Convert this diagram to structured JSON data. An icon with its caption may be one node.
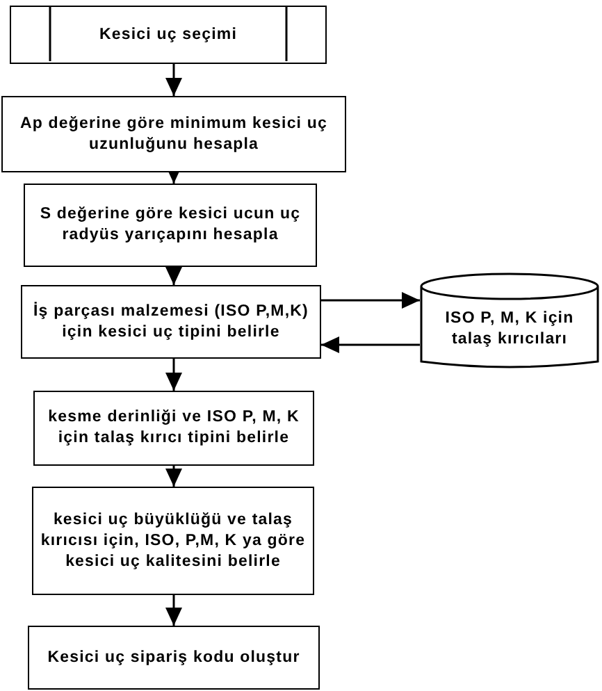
{
  "diagram": {
    "nodes": [
      {
        "text": [
          "Kesici uç seçimi"
        ]
      },
      {
        "text": [
          "Ap değerine göre minimum kesici uç uzunluğunu hesapla"
        ]
      },
      {
        "text": [
          "S değerine göre kesici ucun uç radyüs yarıçapını hesapla"
        ]
      },
      {
        "text": [
          "İş parçası malzemesi (ISO P,M,K) için kesici uç tipini belirle"
        ]
      },
      {
        "text": [
          "ISO P, M, K için talaş kırıcıları"
        ]
      },
      {
        "text": [
          "kesme derinliği ve ISO P, M, K için talaş kırıcı tipini belirle"
        ]
      },
      {
        "text": [
          "kesici uç büyüklüğü ve talaş kırıcısı için, ISO, P,M, K ya göre kesici uç kalitesini belirle"
        ]
      },
      {
        "text": [
          "Kesici uç sipariş kodu oluştur"
        ]
      }
    ],
    "edges": [
      {
        "from": 0,
        "to": 1,
        "arrow": "to"
      },
      {
        "from": 1,
        "to": 2,
        "arrow": "to"
      },
      {
        "from": 2,
        "to": 3,
        "arrow": "to"
      },
      {
        "from": 3,
        "to": 4,
        "arrow": "to"
      },
      {
        "from": 4,
        "to": 3,
        "arrow": "to"
      },
      {
        "from": 3,
        "to": 5,
        "arrow": "to"
      },
      {
        "from": 5,
        "to": 6,
        "arrow": "to"
      },
      {
        "from": 6,
        "to": 7,
        "arrow": "to"
      }
    ]
  }
}
